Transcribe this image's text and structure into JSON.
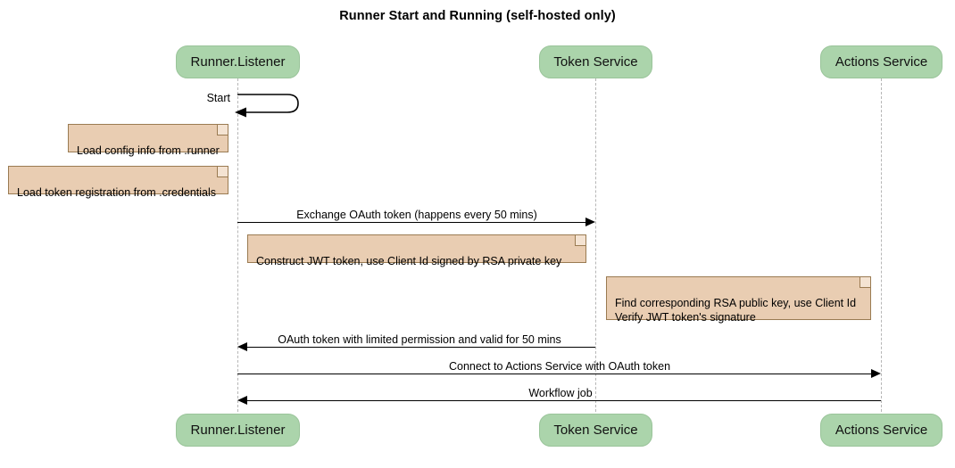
{
  "diagram": {
    "type": "sequence",
    "title": "Runner Start and Running (self-hosted only)",
    "colors": {
      "participant_fill": "#abd4ab",
      "participant_border": "#9ac49a",
      "note_fill": "#e9cdb2",
      "note_border": "#9a7b52",
      "line": "#000000",
      "lifeline": "#b6b6b6",
      "background": "#ffffff"
    },
    "participants": [
      {
        "id": "runner",
        "label": "Runner.Listener"
      },
      {
        "id": "token",
        "label": "Token Service"
      },
      {
        "id": "actions",
        "label": "Actions Service"
      }
    ],
    "messages": [
      {
        "id": "m1",
        "label": "Start",
        "from": "runner",
        "to": "runner",
        "kind": "self",
        "line": "solid",
        "arrow": "filled"
      },
      {
        "id": "m2",
        "label": "Exchange OAuth token (happens every 50 mins)",
        "from": "runner",
        "to": "token",
        "kind": "call",
        "direction": "right",
        "line": "solid",
        "arrow": "filled"
      },
      {
        "id": "m3",
        "label": "OAuth token with limited permission and valid for 50 mins",
        "from": "token",
        "to": "runner",
        "kind": "return",
        "direction": "left",
        "line": "solid",
        "arrow": "filled"
      },
      {
        "id": "m4",
        "label": "Connect to Actions Service with OAuth token",
        "from": "runner",
        "to": "actions",
        "kind": "call",
        "direction": "right",
        "line": "solid",
        "arrow": "filled"
      },
      {
        "id": "m5",
        "label": "Workflow job",
        "from": "actions",
        "to": "runner",
        "kind": "return",
        "direction": "left",
        "line": "solid",
        "arrow": "filled"
      }
    ],
    "notes": [
      {
        "id": "n1",
        "text": "Load config info from .runner",
        "attached_to": "runner"
      },
      {
        "id": "n2",
        "text": "Load token registration from .credentials",
        "attached_to": "runner"
      },
      {
        "id": "n3",
        "text": "Construct JWT token, use Client Id signed by RSA private key",
        "attached_to": "runner"
      },
      {
        "id": "n4",
        "text": "Find corresponding RSA public key, use Client Id\nVerify JWT token's signature",
        "attached_to": "token"
      }
    ]
  }
}
